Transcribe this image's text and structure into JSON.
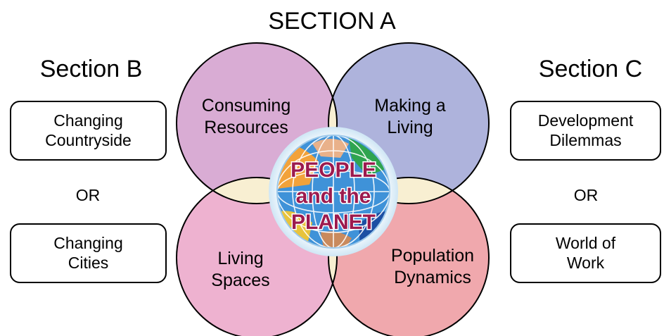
{
  "section_a": {
    "title": "SECTION A"
  },
  "section_b": {
    "title": "Section B",
    "options": [
      {
        "line1": "Changing",
        "line2": "Countryside"
      },
      {
        "line1": "Changing",
        "line2": "Cities"
      }
    ],
    "or_label": "OR"
  },
  "section_c": {
    "title": "Section C",
    "options": [
      {
        "line1": "Development",
        "line2": "Dilemmas"
      },
      {
        "line1": "World of",
        "line2": "Work"
      }
    ],
    "or_label": "OR"
  },
  "venn": {
    "top_left": {
      "line1": "Consuming",
      "line2": "Resources",
      "color": "#d9acd4"
    },
    "top_right": {
      "line1": "Making a",
      "line2": "Living",
      "color": "#aeb3dc"
    },
    "bottom_left": {
      "line1": "Living",
      "line2": "Spaces",
      "color": "#eeb2d0"
    },
    "bottom_right": {
      "line1": "Population",
      "line2": "Dynamics",
      "color": "#f0a8ad"
    },
    "overlap_color": "#f8efd2"
  },
  "center_logo": {
    "line1": "PEOPLE",
    "line2": "and the",
    "line3": "PLANET",
    "text_color": "#9c1a4e",
    "globe_color": "#3f92d8",
    "halo_color": "#cfe6f5"
  }
}
